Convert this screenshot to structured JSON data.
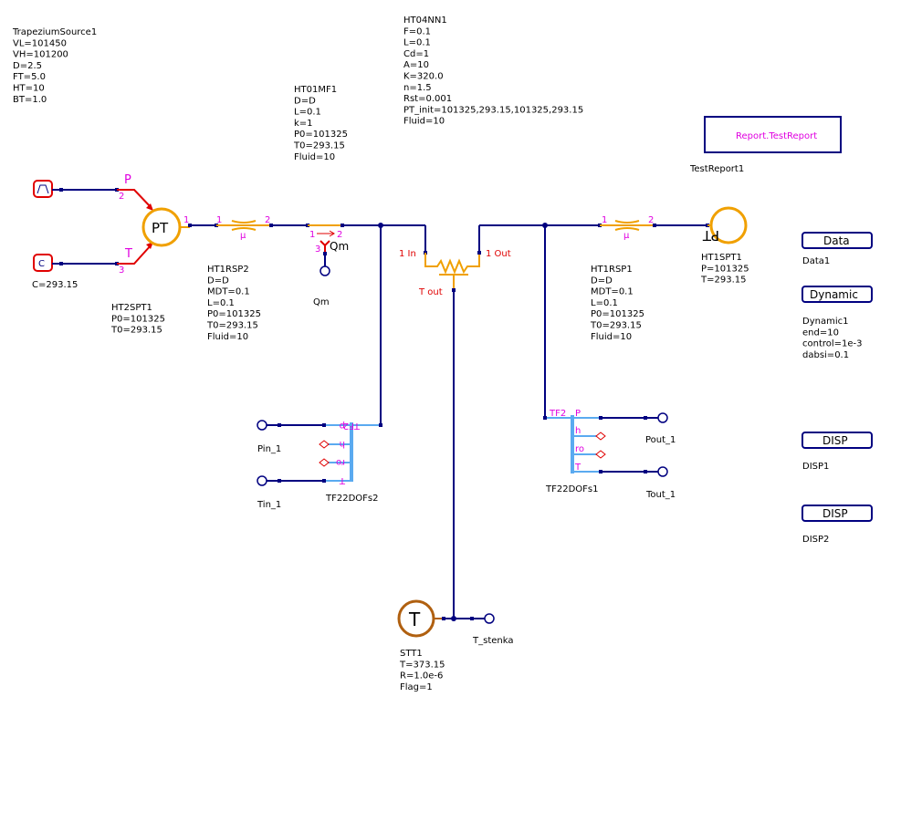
{
  "components": {
    "trapezium_source": {
      "label_lines": [
        "TrapeziumSource1",
        "VL=101450",
        "VH=101200",
        "D=2.5",
        "FT=5.0",
        "HT=10",
        "BT=1.0"
      ]
    },
    "const_source": {
      "label_lines": [
        "C=293.15"
      ]
    },
    "ht2spt1": {
      "symbol": "PT",
      "pin_p": "P",
      "pin_t": "T",
      "pin1": "1",
      "pin2": "2",
      "pin3": "3",
      "label_lines": [
        "HT2SPT1",
        "P0=101325",
        "T0=293.15"
      ]
    },
    "ht1rsp2": {
      "pin1": "1",
      "pin2": "2",
      "mu": "μ",
      "label_lines": [
        "HT1RSP2",
        "D=D",
        "MDT=0.1",
        "L=0.1",
        "P0=101325",
        "T0=293.15",
        "Fluid=10"
      ]
    },
    "ht01mf1": {
      "pin1": "1",
      "pin2": "2",
      "pin3": "3",
      "qm": "Qm",
      "label_lines": [
        "HT01MF1",
        "D=D",
        "L=0.1",
        "k=1",
        "P0=101325",
        "T0=293.15",
        "Fluid=10"
      ]
    },
    "qm_sensor": {
      "label": "Qm"
    },
    "ht04nn1": {
      "in": "1 In",
      "out": "1 Out",
      "tout": "T out",
      "label_lines": [
        "HT04NN1",
        "F=0.1",
        "L=0.1",
        "Cd=1",
        "A=10",
        "K=320.0",
        "n=1.5",
        "Rst=0.001",
        "PT_init=101325,293.15,101325,293.15",
        "Fluid=10"
      ]
    },
    "ht1rsp1": {
      "pin1": "1",
      "pin2": "2",
      "mu": "μ",
      "label_lines": [
        "HT1RSP1",
        "D=D",
        "MDT=0.1",
        "L=0.1",
        "P0=101325",
        "T0=293.15",
        "Fluid=10"
      ]
    },
    "ht1spt1": {
      "symbol": "PT",
      "label_lines": [
        "HT1SPT1",
        "P=101325",
        "T=293.15"
      ]
    },
    "tf22dofs2": {
      "name": "TF22DOFs2",
      "tf2": "TF2",
      "pins": [
        "p",
        "h",
        "ro",
        "T"
      ],
      "sensor1": "Pin_1",
      "sensor2": "Tin_1"
    },
    "tf22dofs1": {
      "name": "TF22DOFs1",
      "tf2": "TF2",
      "pins": [
        "P",
        "h",
        "ro",
        "T"
      ],
      "sensor1": "Pout_1",
      "sensor2": "Tout_1"
    },
    "stt1": {
      "symbol": "T",
      "label_lines": [
        "STT1",
        "T=373.15",
        "R=1.0e-6",
        "Flag=1"
      ],
      "sensor": "T_stenka"
    },
    "report": {
      "box_text": "Report.TestReport",
      "label": "TestReport1"
    },
    "data_block": {
      "button": "Data",
      "label": "Data1"
    },
    "dynamic_block": {
      "button": "Dynamic",
      "label_lines": [
        "Dynamic1",
        "end=10",
        "control=1e-3",
        "dabsi=0.1"
      ]
    },
    "disp1": {
      "button": "DISP",
      "label": "DISP1"
    },
    "disp2": {
      "button": "DISP",
      "label": "DISP2"
    }
  },
  "colors": {
    "wire": "#000080",
    "fluid": "#f0a000",
    "pin_label": "#e000e0",
    "signal": "#e00000",
    "bus": "#5aaaf0",
    "thermal": "#b06010"
  }
}
